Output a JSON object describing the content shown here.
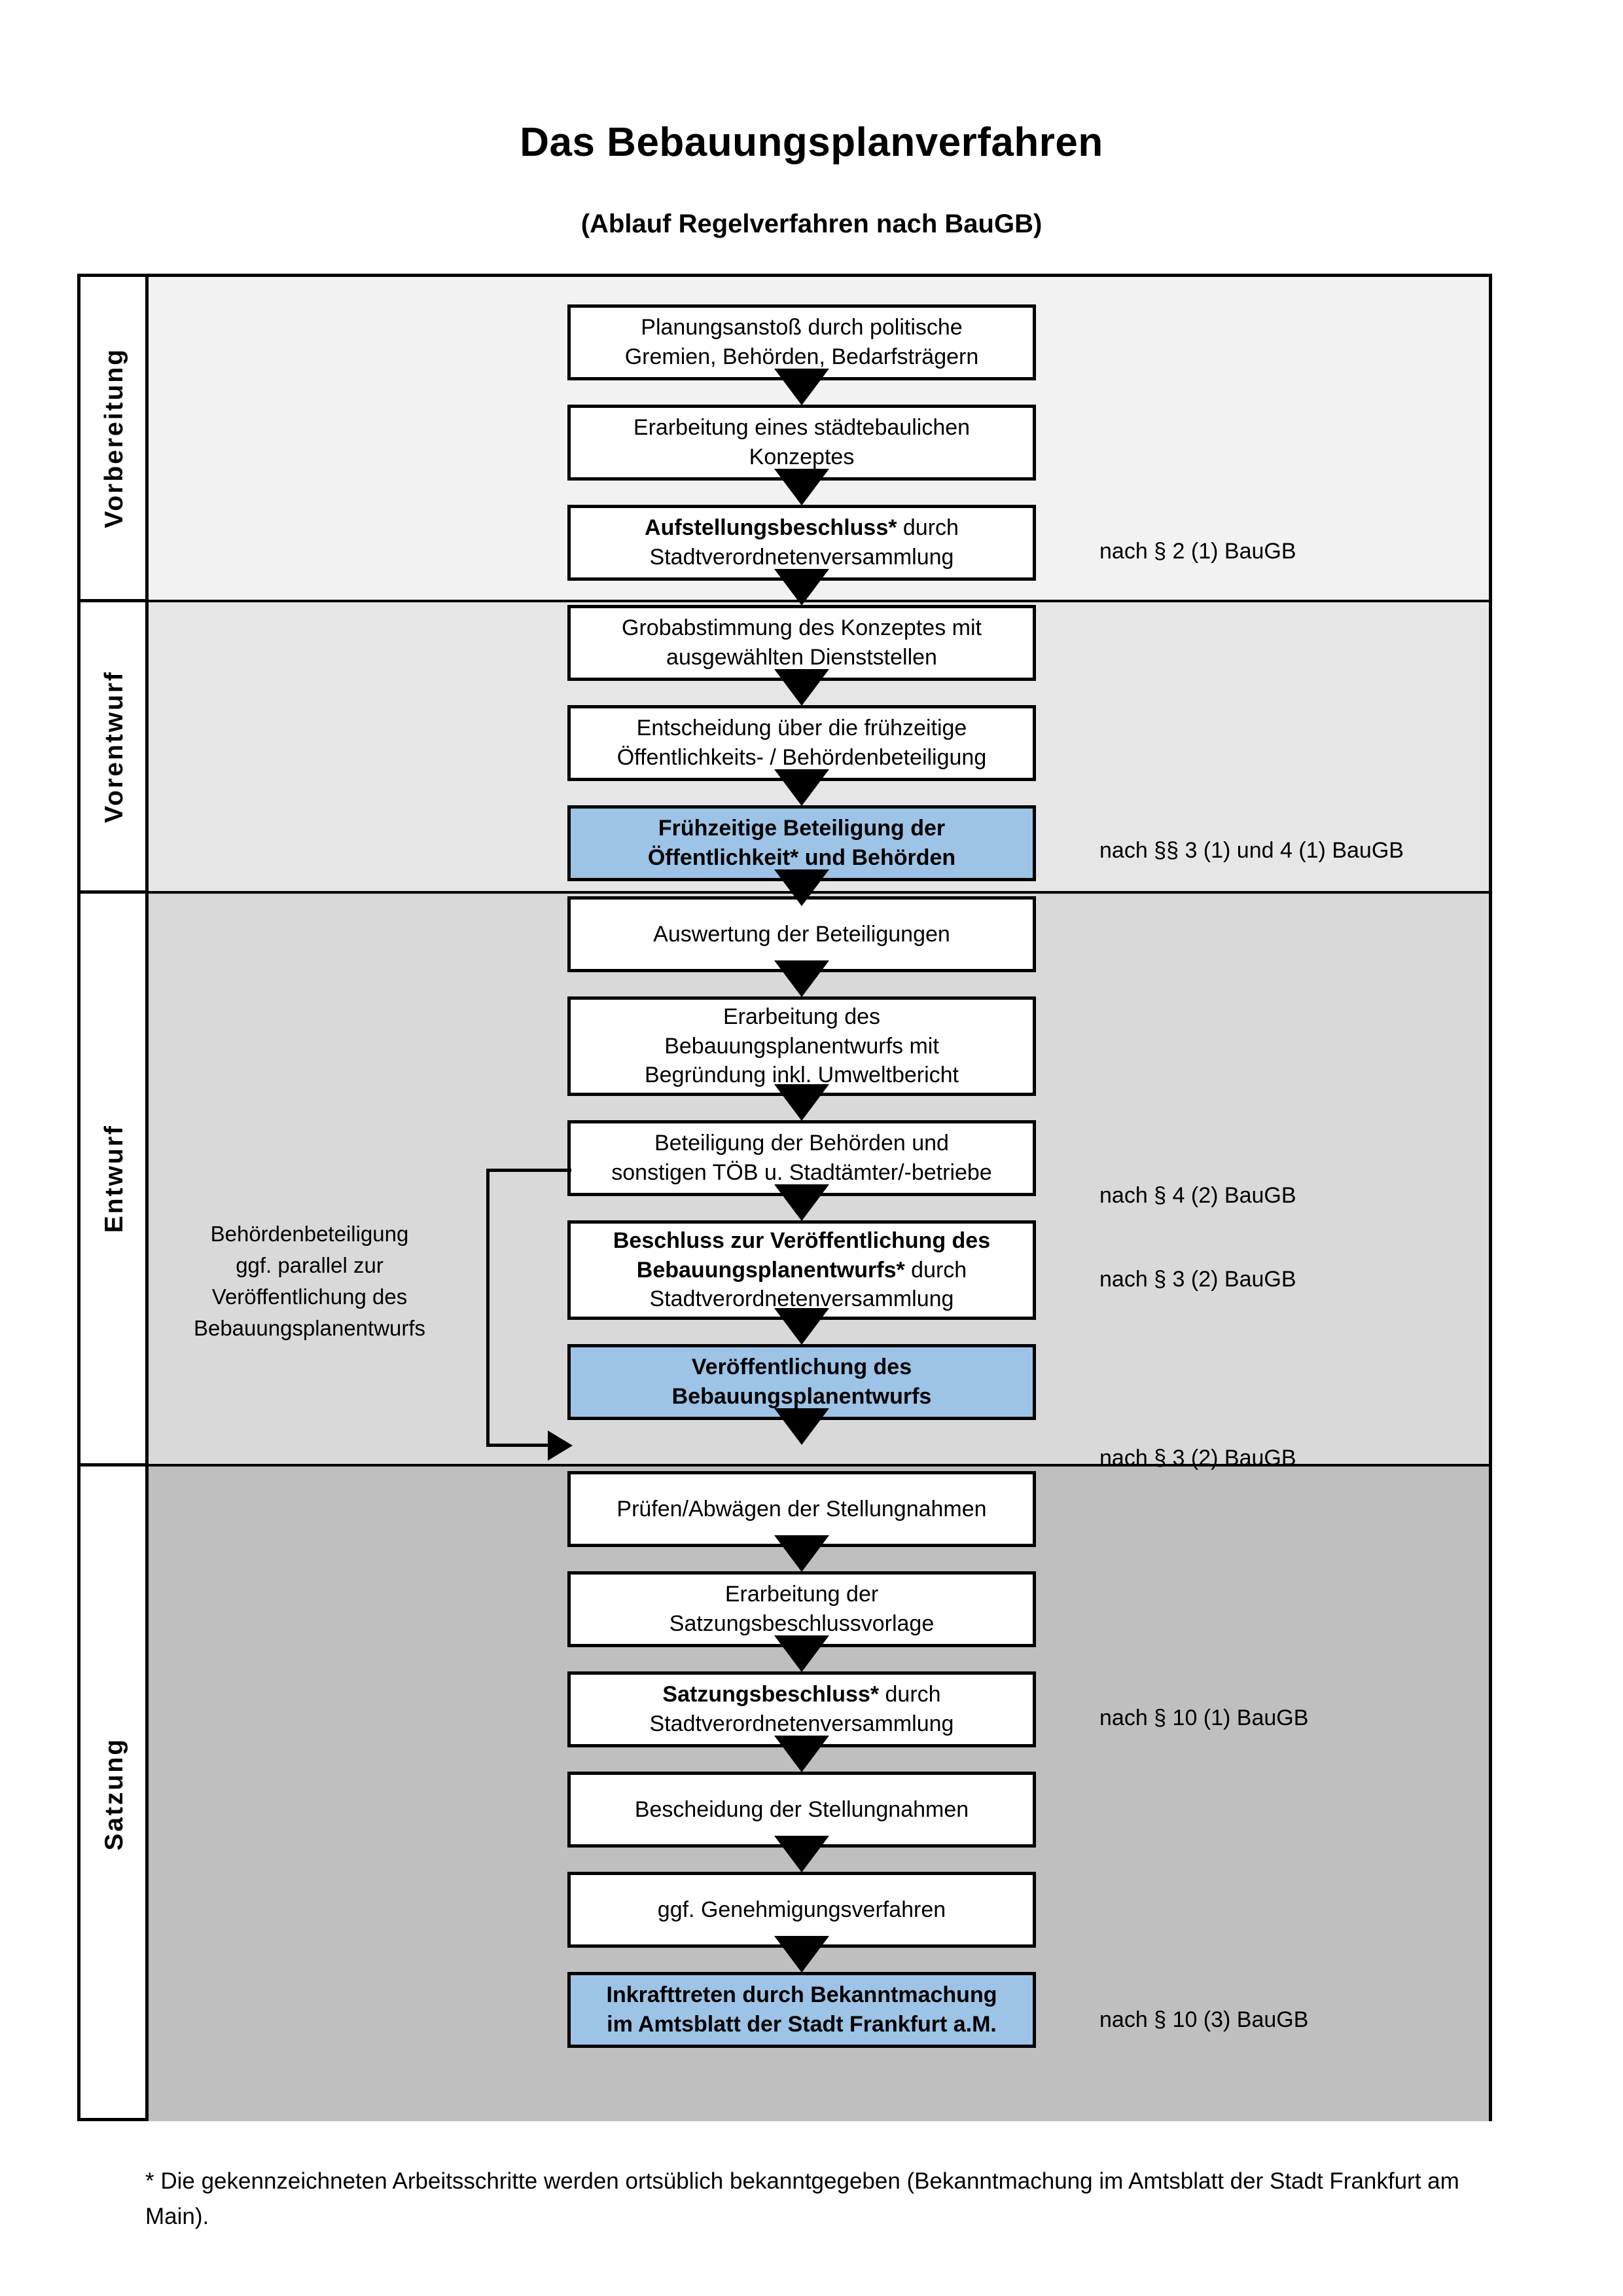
{
  "header": {
    "title": "Das Bebauungsplanverfahren",
    "subtitle": "(Ablauf Regelverfahren nach BauGB)"
  },
  "phases": [
    {
      "id": "vorbereitung",
      "label": "Vorbereitung",
      "background": "#F2F2F2"
    },
    {
      "id": "vorentwurf",
      "label": "Vorentwurf",
      "background": "#E6E6E6"
    },
    {
      "id": "entwurf",
      "label": "Entwurf",
      "background": "#D9D9D9"
    },
    {
      "id": "satzung",
      "label": "Satzung",
      "background": "#BFBFBF"
    }
  ],
  "accent_color": "#9DC3E6",
  "steps": [
    {
      "id": "s1",
      "phase": "vorbereitung",
      "line1": "Planungsanstoß durch politische",
      "line2": "Gremien, Behörden, Bedarfsträgern",
      "highlight": false,
      "bold_prefix": ""
    },
    {
      "id": "s2",
      "phase": "vorbereitung",
      "line1": "Erarbeitung eines städtebaulichen",
      "line2": "Konzeptes",
      "highlight": false,
      "bold_prefix": ""
    },
    {
      "id": "s3",
      "phase": "vorbereitung",
      "line1": "Aufstellungsbeschluss* durch",
      "line2": "Stadtverordnetenversammlung",
      "highlight": false,
      "bold_prefix": "Aufstellungsbeschluss*",
      "bold_rest": " durch"
    },
    {
      "id": "s4",
      "phase": "vorentwurf",
      "line1": "Grobabstimmung des Konzeptes mit",
      "line2": "ausgewählten Dienststellen",
      "highlight": false,
      "bold_prefix": ""
    },
    {
      "id": "s5",
      "phase": "vorentwurf",
      "line1": "Entscheidung über die frühzeitige",
      "line2": "Öffentlichkeits- / Behördenbeteiligung",
      "highlight": false,
      "bold_prefix": ""
    },
    {
      "id": "s6",
      "phase": "vorentwurf",
      "line1": "Frühzeitige Beteiligung der",
      "line2": "Öffentlichkeit* und Behörden",
      "highlight": true,
      "bold_prefix": ""
    },
    {
      "id": "s7",
      "phase": "entwurf",
      "line1": "Auswertung der Beteiligungen",
      "line2": "",
      "highlight": false,
      "bold_prefix": ""
    },
    {
      "id": "s8",
      "phase": "entwurf",
      "line1": "Erarbeitung des",
      "line2": "Bebauungsplanentwurfs mit",
      "line3": "Begründung inkl. Umweltbericht",
      "highlight": false,
      "bold_prefix": ""
    },
    {
      "id": "s9",
      "phase": "entwurf",
      "line1": "Beteiligung der Behörden und",
      "line2": "sonstigen TÖB u. Stadtämter/-betriebe",
      "highlight": false,
      "bold_prefix": ""
    },
    {
      "id": "s10",
      "phase": "entwurf",
      "line1": "Beschluss zur Veröffentlichung des",
      "line2": "Bebauungsplanentwurfs* durch",
      "line3": "Stadtverordnetenversammlung",
      "highlight": false,
      "bold_prefix": "Beschluss zur Veröffentlichung des Bebauungsplanentwurfs*",
      "bold_rest": " durch"
    },
    {
      "id": "s11",
      "phase": "entwurf",
      "line1": "Veröffentlichung des",
      "line2": "Bebauungsplanentwurfs",
      "highlight": true,
      "bold_prefix": ""
    },
    {
      "id": "s12",
      "phase": "satzung",
      "line1": "Prüfen/Abwägen der Stellungnahmen",
      "line2": "",
      "highlight": false,
      "bold_prefix": ""
    },
    {
      "id": "s13",
      "phase": "satzung",
      "line1": "Erarbeitung der",
      "line2": "Satzungsbeschlussvorlage",
      "highlight": false,
      "bold_prefix": ""
    },
    {
      "id": "s14",
      "phase": "satzung",
      "line1": "Satzungsbeschluss* durch",
      "line2": "Stadtverordnetenversammlung",
      "highlight": false,
      "bold_prefix": "Satzungsbeschluss*",
      "bold_rest": " durch"
    },
    {
      "id": "s15",
      "phase": "satzung",
      "line1": "Bescheidung der Stellungnahmen",
      "line2": "",
      "highlight": false,
      "bold_prefix": ""
    },
    {
      "id": "s16",
      "phase": "satzung",
      "line1": "ggf. Genehmigungsverfahren",
      "line2": "",
      "highlight": false,
      "bold_prefix": ""
    },
    {
      "id": "s17",
      "phase": "satzung",
      "line1": "Inkrafttreten durch Bekanntmachung",
      "line2": "im Amtsblatt der Stadt Frankfurt a.M.",
      "highlight": true,
      "bold_prefix": "Inkrafttreten",
      "bold_rest": " durch Bekanntmachung"
    }
  ],
  "law_notes": [
    {
      "id": "n1",
      "text": "nach § 2 (1) BauGB"
    },
    {
      "id": "n2",
      "text": "nach §§ 3 (1) und 4 (1) BauGB"
    },
    {
      "id": "n3",
      "text": "nach § 4 (2) BauGB"
    },
    {
      "id": "n4",
      "text": "nach § 3 (2) BauGB"
    },
    {
      "id": "n5",
      "text": "nach § 3 (2) BauGB"
    },
    {
      "id": "n6",
      "text": "nach § 10 (1) BauGB"
    },
    {
      "id": "n7",
      "text": "nach § 10 (3) BauGB"
    }
  ],
  "side_note": {
    "line1": "Behördenbeteiligung",
    "line2": "ggf. parallel zur",
    "line3": "Veröffentlichung des",
    "line4": "Bebauungsplanentwurfs"
  },
  "footnote": {
    "text": "* Die gekennzeichneten Arbeitsschritte werden ortsüblich bekanntgegeben (Bekanntmachung im Amtsblatt  der Stadt Frankfurt am Main)."
  }
}
